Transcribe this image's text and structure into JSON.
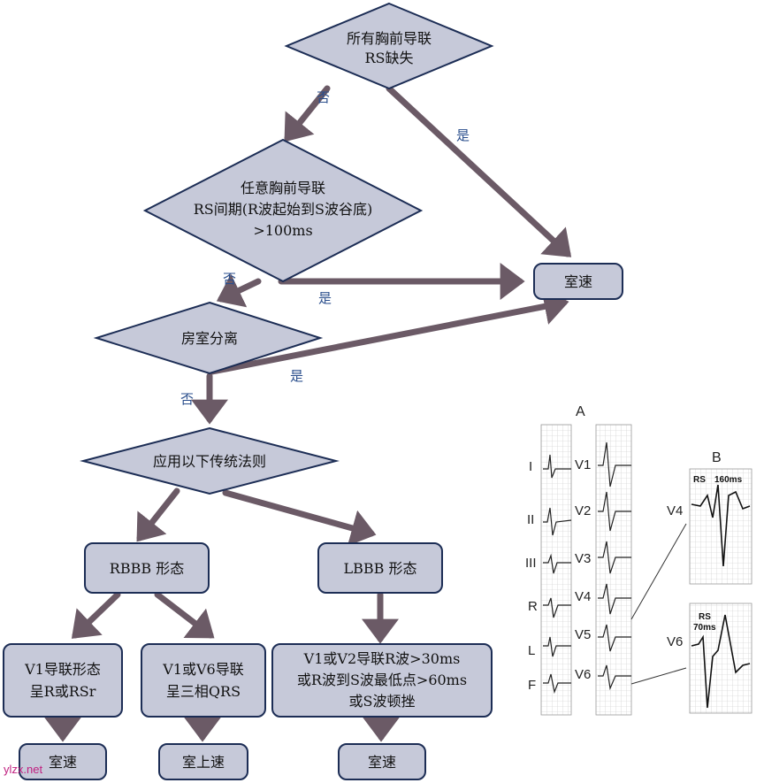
{
  "flowchart": {
    "q1": [
      "所有胸前导联",
      "RS缺失"
    ],
    "q2": [
      "任意胸前导联",
      "RS间期(R波起始到S波谷底)",
      ">100ms"
    ],
    "q3": [
      "房室分离"
    ],
    "q4": [
      "应用以下传统法则"
    ],
    "vt_top": "室速",
    "rbbb": "RBBB 形态",
    "lbbb": "LBBB 形态",
    "c1": [
      "V1导联形态",
      "呈R或RSr"
    ],
    "c2": [
      "V1或V6导联",
      "呈三相QRS"
    ],
    "c3": [
      "V1或V2导联R波>30ms",
      "或R波到S波最低点>60ms",
      "或S波顿挫"
    ],
    "r1": "室速",
    "r2": "室上速",
    "r3": "室速",
    "yes": "是",
    "no": "否"
  },
  "ecg": {
    "panel_a": "A",
    "panel_b": "B",
    "limb_leads": [
      "I",
      "II",
      "III",
      "R",
      "L",
      "F"
    ],
    "chest_leads": [
      "V1",
      "V2",
      "V3",
      "V4",
      "V5",
      "V6"
    ],
    "b_v4": "V4",
    "b_v6": "V6",
    "b_v4_rs": "RS",
    "b_v4_ms": "160ms",
    "b_v6_rs": "RS",
    "b_v6_ms": "70ms"
  },
  "watermark": "ylzx.net"
}
